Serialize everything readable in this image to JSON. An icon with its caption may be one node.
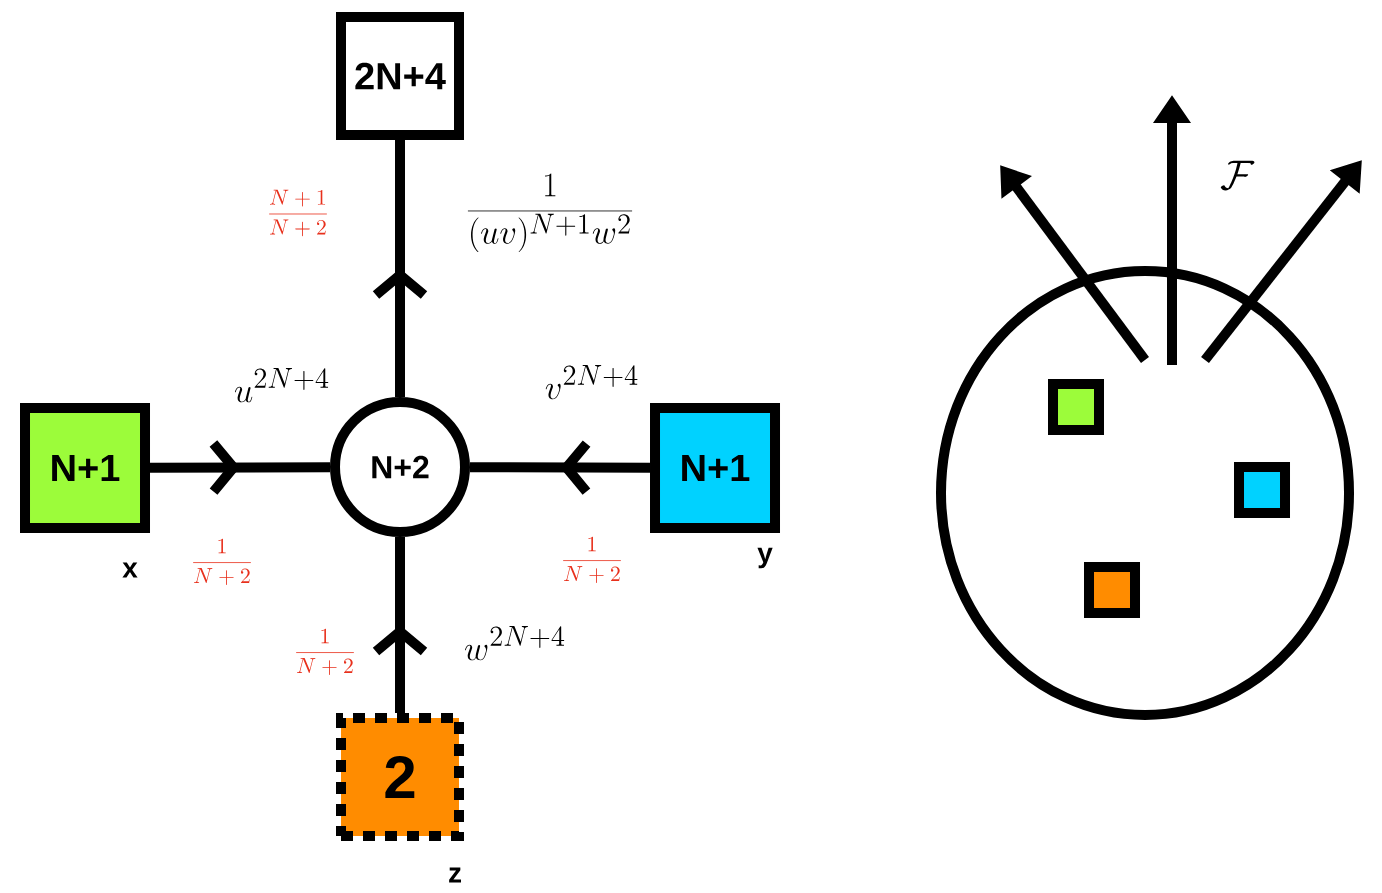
{
  "diagram": {
    "nodes": [
      {
        "text": [
          "2N+4"
        ]
      },
      {
        "text": [
          "N+1"
        ],
        "beside": [
          "x"
        ]
      },
      {
        "text": [
          "N+2"
        ]
      },
      {
        "text": [
          "N+1"
        ],
        "beside": [
          "y"
        ]
      },
      {
        "text": [
          "2"
        ],
        "beside": [
          "z"
        ]
      },
      {
        "text": [],
        "shape": "circle"
      },
      {
        "text": [],
        "shape": "box",
        "in": 5
      },
      {
        "text": [],
        "shape": "box",
        "in": 5
      },
      {
        "text": [],
        "shape": "box",
        "in": 5
      }
    ],
    "edges": [
      {
        "from": 1,
        "to": 2,
        "arrow": "to",
        "label": "u^{2N+4}"
      },
      {
        "from": 2,
        "to": 0,
        "arrow": "to",
        "label": "\\frac{1}{(uv)^{N+1}w^2}"
      },
      {
        "from": 3,
        "to": 2,
        "arrow": "to",
        "label": "v^{2N+4}"
      },
      {
        "from": 4,
        "to": 2,
        "arrow": "to",
        "label": "w^{2N+4}"
      }
    ],
    "labels": [
      "\\frac{N+1}{N+2}",
      "\\frac{1}{N+2}",
      "\\frac{1}{N+2}",
      "\\frac{1}{N+2}",
      "\\mathcal{F}"
    ]
  }
}
